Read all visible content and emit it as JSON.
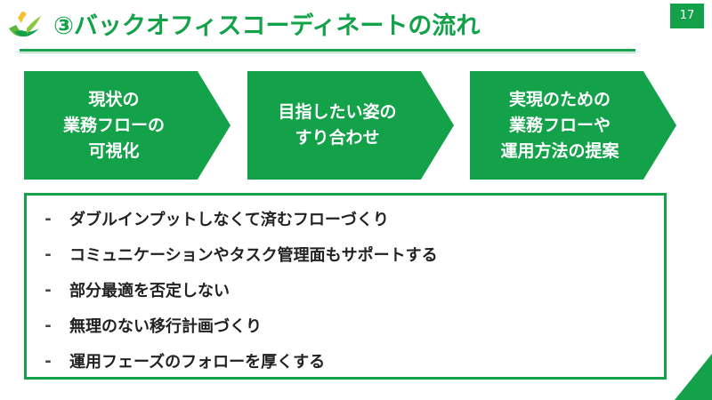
{
  "header": {
    "title": "③バックオフィスコーディネートの流れ",
    "page_number": "17"
  },
  "flow_steps": [
    {
      "label": "現状の\n業務フローの\n可視化"
    },
    {
      "label": "目指したい姿の\nすり合わせ"
    },
    {
      "label": "実現のための\n業務フローや\n運用方法の提案"
    }
  ],
  "bullets": {
    "marker": "-",
    "items": [
      "ダブルインプットしなくて済むフローづくり",
      "コミュニケーションやタスク管理面もサポートする",
      "部分最適を否定しない",
      "無理のない移行計画づくり",
      "運用フェーズのフォローを厚くする"
    ]
  },
  "colors": {
    "accent": "#13a14a",
    "logo_yellow": "#f2c230"
  },
  "icons": [
    "logo-icon",
    "corner-triangle-icon"
  ]
}
